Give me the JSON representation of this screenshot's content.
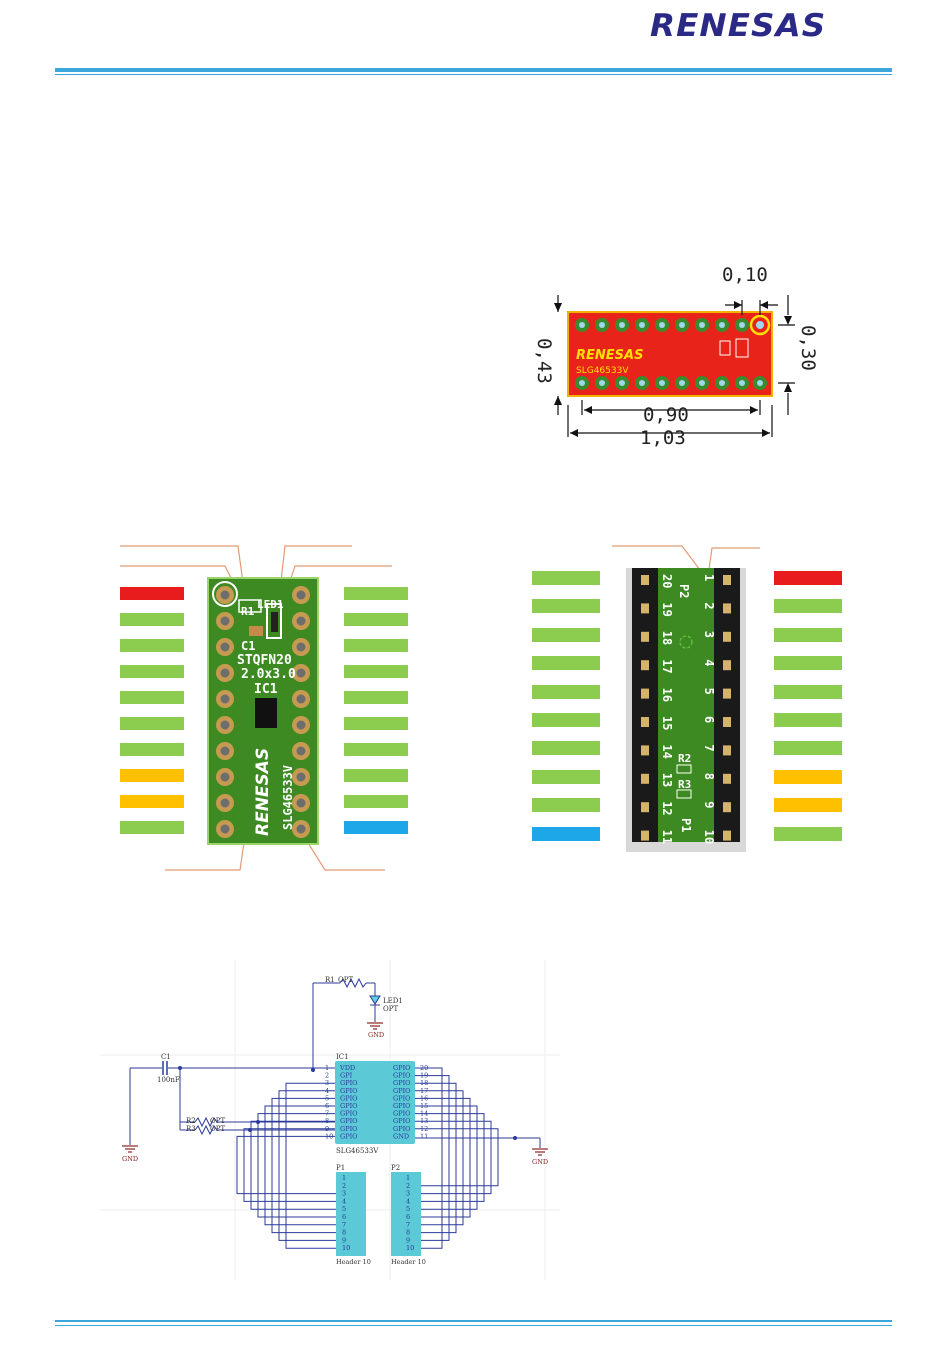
{
  "header": {
    "logo_text": "RENESAS"
  },
  "dimensions": {
    "top_width": "0,10",
    "left_height": "0,43",
    "right_height": "0,30",
    "inner_width": "0,90",
    "outer_width": "1,03"
  },
  "board_top": {
    "label_led": "LED1",
    "label_r1": "R1",
    "label_c1": "C1",
    "label_package": "STQFN20",
    "label_size": "2.0x3.0",
    "label_ic": "IC1",
    "label_brand": "RENESAS",
    "label_part": "SLG46533V"
  },
  "board_bottom": {
    "label_p2": "P2",
    "label_p1": "P1",
    "label_r2": "R2",
    "label_r3": "R3",
    "left_pins": [
      "20",
      "19",
      "18",
      "17",
      "16",
      "15",
      "14",
      "13",
      "12",
      "11"
    ],
    "right_pins": [
      "1",
      "2",
      "3",
      "4",
      "5",
      "6",
      "7",
      "8",
      "9",
      "10"
    ]
  },
  "swatch_colors": {
    "red": "#e81c1c",
    "green": "#8ccc4f",
    "yellow": "#ffc000",
    "blue": "#1ea7e8"
  },
  "swatches_top_left": [
    "red",
    "green",
    "green",
    "green",
    "green",
    "green",
    "green",
    "yellow",
    "yellow",
    "green"
  ],
  "swatches_top_right": [
    "green",
    "green",
    "green",
    "green",
    "green",
    "green",
    "green",
    "green",
    "green",
    "blue"
  ],
  "swatches_bottom_left": [
    "green",
    "green",
    "green",
    "green",
    "green",
    "green",
    "green",
    "green",
    "green",
    "blue"
  ],
  "swatches_bottom_right": [
    "red",
    "green",
    "green",
    "green",
    "green",
    "green",
    "green",
    "yellow",
    "yellow",
    "green"
  ],
  "schematic": {
    "r1": "R1",
    "r1_value": "OPT",
    "led": "LED1",
    "led_value": "OPT",
    "gnd": "GND",
    "c1": "C1",
    "c1_value": "100nF",
    "r2": "R2",
    "r2_value": "OPT",
    "r3": "R3",
    "r3_value": "OPT",
    "ic": "IC1",
    "ic_part": "SLG46533V",
    "ic_left_pins": [
      {
        "num": "1",
        "name": "VDD"
      },
      {
        "num": "2",
        "name": "GPI"
      },
      {
        "num": "3",
        "name": "GPIO"
      },
      {
        "num": "4",
        "name": "GPIO"
      },
      {
        "num": "5",
        "name": "GPIO"
      },
      {
        "num": "6",
        "name": "GPIO"
      },
      {
        "num": "7",
        "name": "GPIO"
      },
      {
        "num": "8",
        "name": "GPIO"
      },
      {
        "num": "9",
        "name": "GPIO"
      },
      {
        "num": "10",
        "name": "GPIO"
      }
    ],
    "ic_right_pins": [
      {
        "num": "20",
        "name": "GPIO"
      },
      {
        "num": "19",
        "name": "GPIO"
      },
      {
        "num": "18",
        "name": "GPIO"
      },
      {
        "num": "17",
        "name": "GPIO"
      },
      {
        "num": "16",
        "name": "GPIO"
      },
      {
        "num": "15",
        "name": "GPIO"
      },
      {
        "num": "14",
        "name": "GPIO"
      },
      {
        "num": "13",
        "name": "GPIO"
      },
      {
        "num": "12",
        "name": "GPIO"
      },
      {
        "num": "11",
        "name": "GND"
      }
    ],
    "p1": "P1",
    "p2": "P2",
    "header_label": "Header 10",
    "header_pins": [
      "1",
      "2",
      "3",
      "4",
      "5",
      "6",
      "7",
      "8",
      "9",
      "10"
    ]
  }
}
